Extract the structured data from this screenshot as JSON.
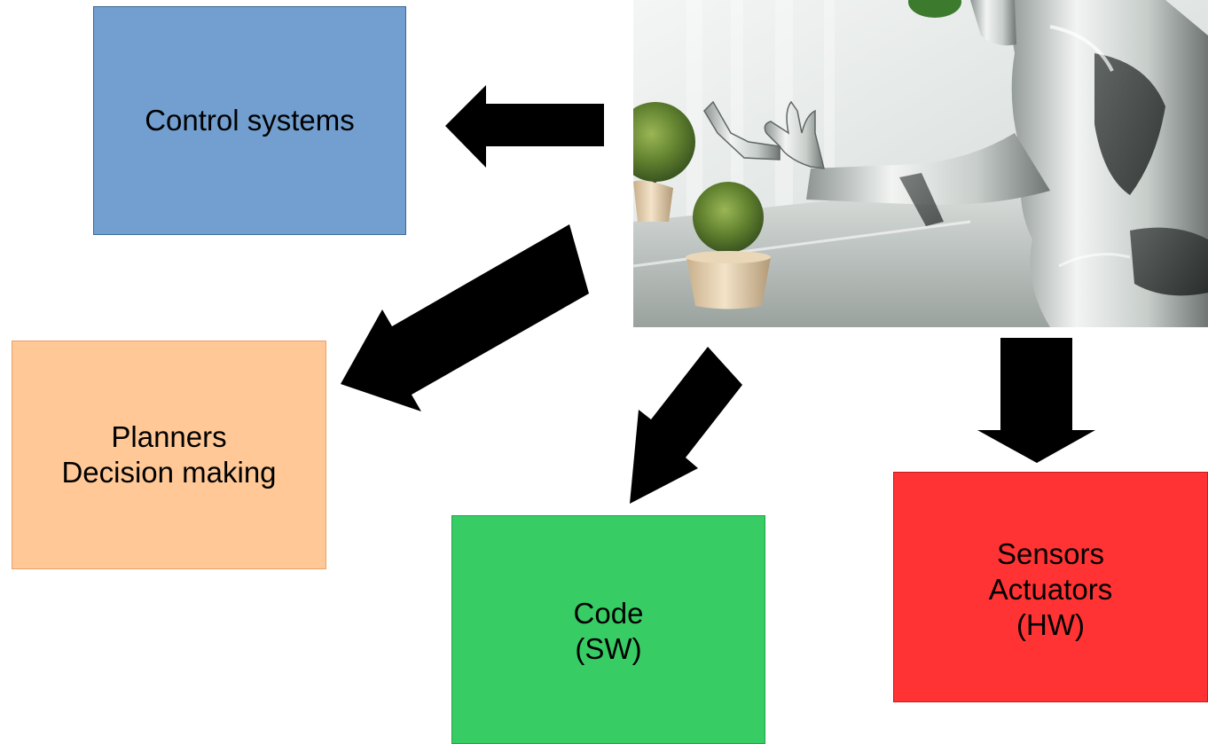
{
  "diagram": {
    "image": {
      "name": "robot-photo"
    },
    "boxes": {
      "control": {
        "lines": [
          "Control systems"
        ],
        "color": "#729fcf"
      },
      "planners": {
        "lines": [
          "Planners",
          "Decision making"
        ],
        "color": "#ffc896"
      },
      "code": {
        "lines": [
          "Code",
          "(SW)"
        ],
        "color": "#38cc65"
      },
      "sensors": {
        "lines": [
          "Sensors",
          "Actuators",
          "(HW)"
        ],
        "color": "#ff3333"
      }
    },
    "arrows": [
      {
        "from": "robot-photo",
        "to": "control"
      },
      {
        "from": "robot-photo",
        "to": "planners"
      },
      {
        "from": "robot-photo",
        "to": "code"
      },
      {
        "from": "robot-photo",
        "to": "sensors"
      }
    ],
    "arrow_color": "#000000"
  }
}
